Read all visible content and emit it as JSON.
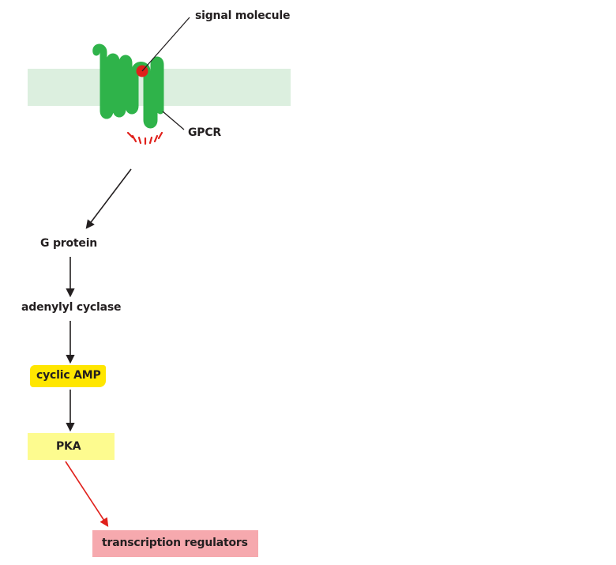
{
  "labels": {
    "signal_molecule": "signal molecule",
    "gpcr": "GPCR",
    "g_protein": "G protein",
    "adenylyl_cyclase": "adenylyl cyclase",
    "cyclic_amp": "cyclic AMP",
    "pka": "PKA",
    "transcription_regulators": "transcription regulators"
  },
  "colors": {
    "membrane": "#dcefdf",
    "receptor": "#2fb34a",
    "signal_molecule": "#e0201b",
    "activation_marks": "#e0201b",
    "arrow": "#231f20",
    "red_arrow": "#e0201b",
    "highlight_cyclic_amp": "#ffe600",
    "highlight_pka": "#fdfb8f",
    "highlight_transcription": "#f6a9ae"
  }
}
